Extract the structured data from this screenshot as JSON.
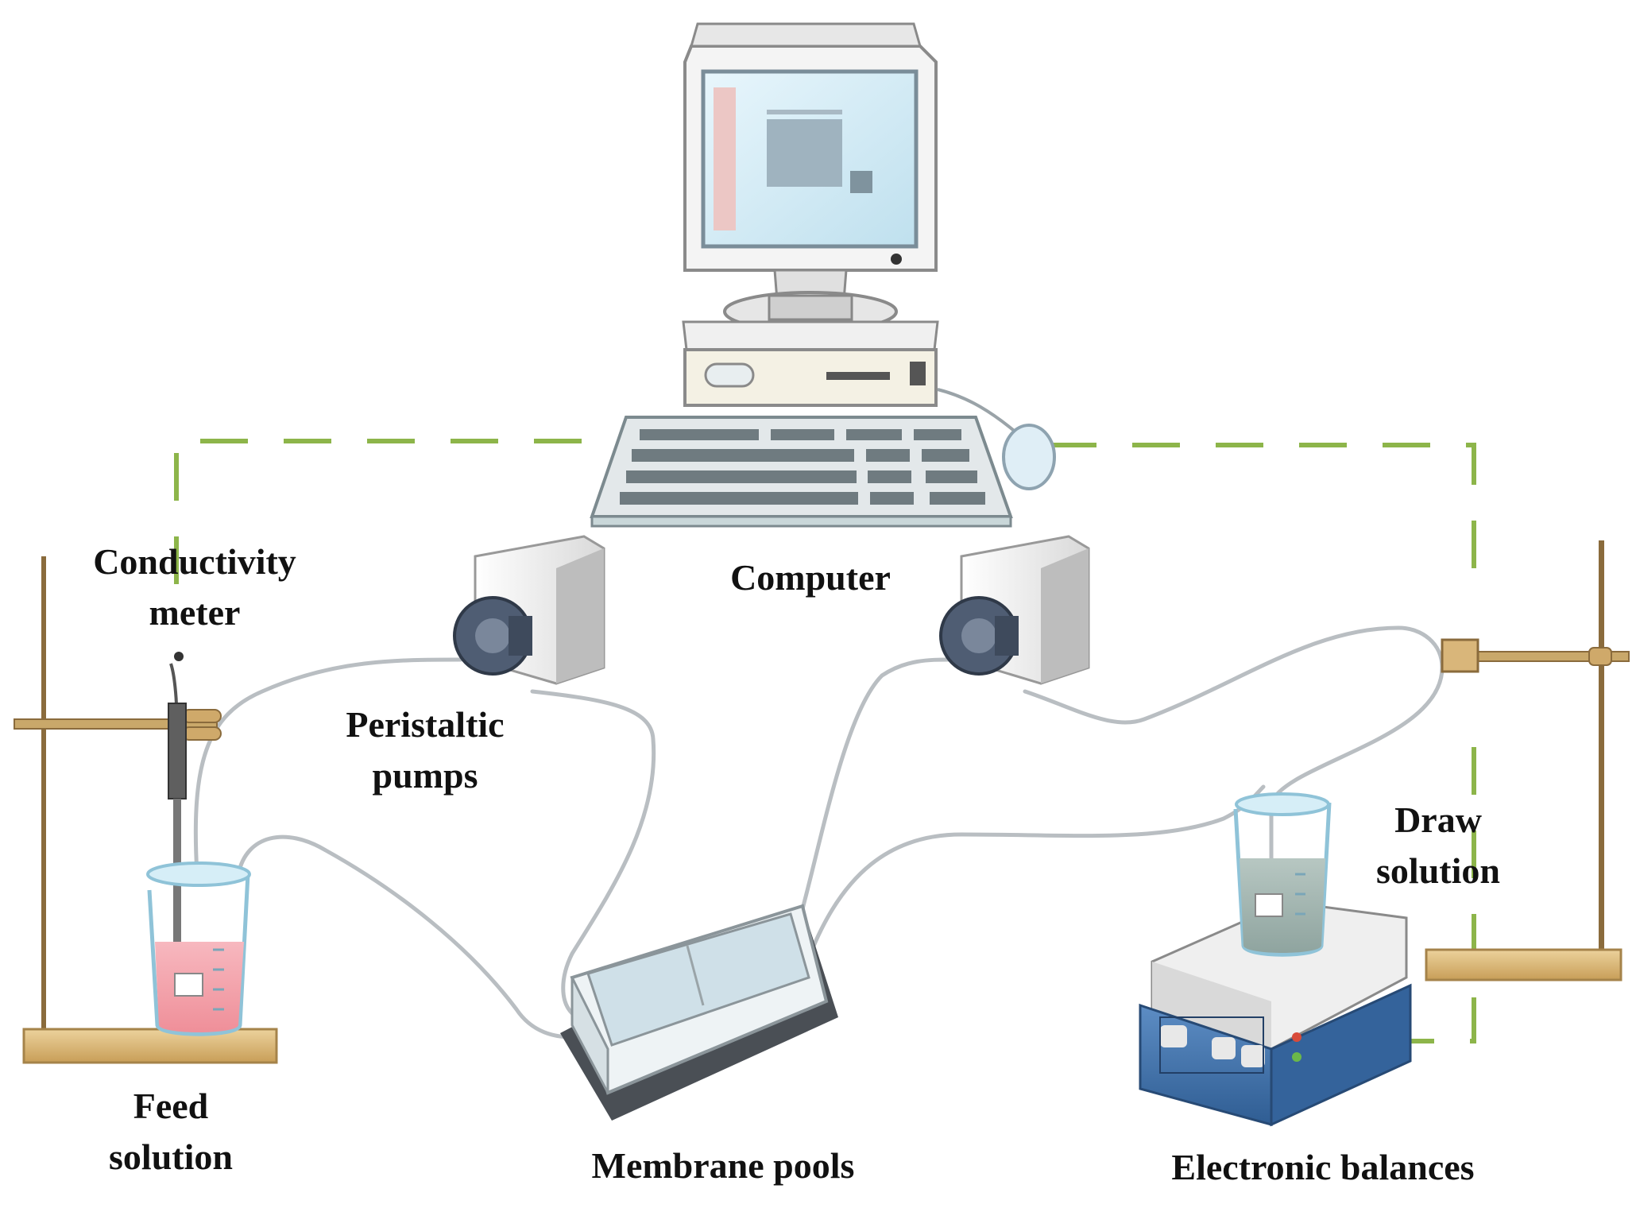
{
  "labels": {
    "computer": "Computer",
    "conductivity_meter": [
      "Conductivity",
      "meter"
    ],
    "peristaltic_pumps": [
      "Peristaltic",
      "pumps"
    ],
    "feed_solution": [
      "Feed",
      "solution"
    ],
    "membrane_pools": "Membrane pools",
    "electronic_balances": "Electronic balances",
    "draw_solution": [
      "Draw",
      "solution"
    ]
  },
  "colors": {
    "signal_line": "#8db54a",
    "tubing": "#b9bec2",
    "feed_liquid": "#f2a0a8",
    "draw_liquid": "#9fb5b0",
    "balance_body": "#3f6fa8",
    "stand_wood": "#d9b67a",
    "pump_head": "#4f5d73",
    "screen": "#d7eef8"
  },
  "icons": [
    "computer-monitor-icon",
    "keyboard-icon",
    "mouse-icon",
    "pump-icon",
    "beaker-icon",
    "stand-icon",
    "balance-icon",
    "membrane-cell-icon",
    "probe-icon"
  ]
}
